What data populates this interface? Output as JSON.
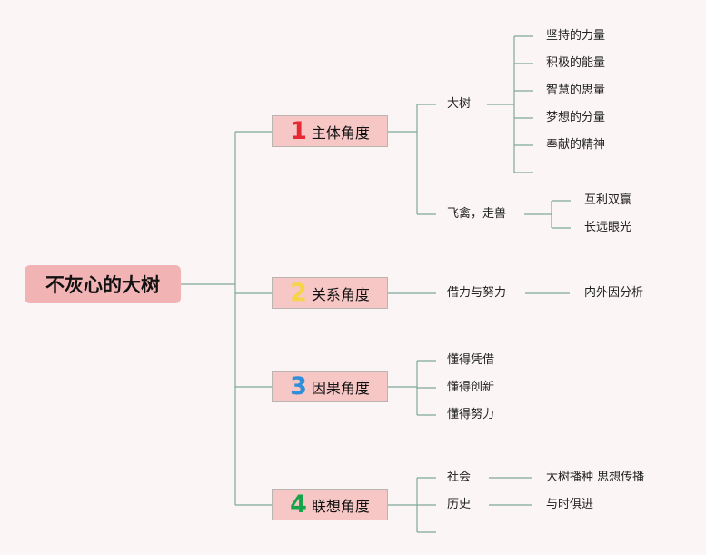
{
  "root": {
    "label": "不灰心的大树"
  },
  "branches": [
    {
      "number": "1",
      "number_color": "#e52a33",
      "label": "主体角度",
      "children": [
        {
          "label": "大树",
          "children": [
            "坚持的力量",
            "积极的能量",
            "智慧的思量",
            "梦想的分量",
            "奉献的精神",
            ""
          ]
        },
        {
          "label": "飞禽，走兽",
          "children": [
            "互利双赢",
            "长远眼光"
          ]
        }
      ]
    },
    {
      "number": "2",
      "number_color": "#f5d547",
      "label": "关系角度",
      "children": [
        {
          "label": "借力与努力",
          "children": [
            "内外因分析"
          ]
        }
      ]
    },
    {
      "number": "3",
      "number_color": "#2f8fd8",
      "label": "因果角度",
      "children": [
        {
          "label": "懂得凭借"
        },
        {
          "label": "懂得创新"
        },
        {
          "label": "懂得努力"
        }
      ]
    },
    {
      "number": "4",
      "number_color": "#16a34a",
      "label": "联想角度",
      "children": [
        {
          "label": "社会",
          "children": [
            "大树播种 思想传播"
          ]
        },
        {
          "label": "历史",
          "children": [
            "与时俱进"
          ]
        },
        {
          "label": ""
        }
      ]
    }
  ],
  "colors": {
    "background": "#fcf5f6",
    "connector": "#7fa99a",
    "root_fill": "#f2b3b5",
    "branch_fill": "#f6c7c5"
  }
}
